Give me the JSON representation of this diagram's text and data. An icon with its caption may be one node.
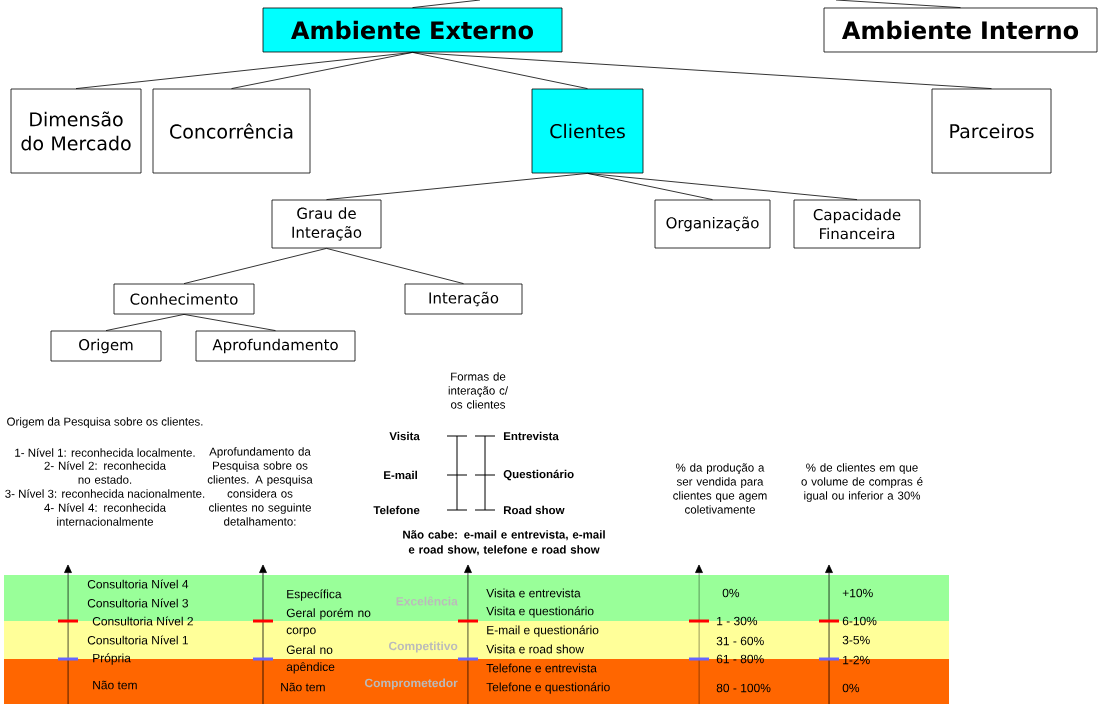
{
  "diagram": {
    "nodes": [
      {
        "text": [
          "Ambiente Externo"
        ]
      },
      {
        "text": [
          "Ambiente Interno"
        ]
      },
      {
        "text": [
          "Dimensão do Mercado"
        ]
      },
      {
        "text": [
          "Concorrência"
        ]
      },
      {
        "text": [
          "Clientes"
        ]
      },
      {
        "text": [
          "Parceiros"
        ]
      },
      {
        "text": [
          "Grau de Interação"
        ]
      },
      {
        "text": [
          "Organização"
        ]
      },
      {
        "text": [
          "Capacidade Financeira"
        ]
      },
      {
        "text": [
          "Conhecimento"
        ]
      },
      {
        "text": [
          "Interação"
        ]
      },
      {
        "text": [
          "Origem"
        ]
      },
      {
        "text": [
          "Aprofundamento"
        ]
      }
    ],
    "edges": [
      {
        "from": null,
        "to": 0,
        "arrow": "none"
      },
      {
        "from": null,
        "to": 1,
        "arrow": "none"
      },
      {
        "from": 0,
        "to": 2,
        "arrow": "none"
      },
      {
        "from": 0,
        "to": 3,
        "arrow": "none"
      },
      {
        "from": 0,
        "to": 4,
        "arrow": "none"
      },
      {
        "from": 0,
        "to": 5,
        "arrow": "none"
      },
      {
        "from": 4,
        "to": 6,
        "arrow": "none"
      },
      {
        "from": 4,
        "to": 7,
        "arrow": "none"
      },
      {
        "from": 4,
        "to": 8,
        "arrow": "none"
      },
      {
        "from": 6,
        "to": 9,
        "arrow": "none"
      },
      {
        "from": 6,
        "to": 10,
        "arrow": "none"
      },
      {
        "from": 9,
        "to": 11,
        "arrow": "none"
      },
      {
        "from": 9,
        "to": 12,
        "arrow": "none"
      }
    ],
    "labels": [
      "Formas de interação c/ os clientes",
      "Origem da Pesquisa sobre os clientes.",
      "Visita",
      "Entrevista",
      "1- Nível 1: reconhecida localmente.",
      "2- Nível 2: reconhecida no estado.",
      "Aprofundamento da Pesquisa sobre os clientes. A pesquisa considera os clientes no seguinte detalhamento:",
      "E-mail",
      "Questionário",
      "% da produção a ser vendida para clientes que agem coletivamente",
      "% de clientes em que o volume de compras é igual ou inferior a 30%",
      "3- Nível 3: reconhecida nacionalmente.",
      "Telefone",
      "Road show",
      "4- Nível 4: reconhecida internacionalmente",
      "Não cabe: e-mail e entrevista, e-mail e road show, telefone e road show",
      "Consultoria Nível 4",
      "Específica",
      "Visita e entrevista",
      "0%",
      "+10%",
      "Consultoria Nível 3",
      "Excelência",
      "Visita e questionário",
      "Consultoria Nível 2",
      "Geral porém no corpo",
      "1 - 30%",
      "6-10%",
      "E-mail e questionário",
      "Consultoria Nível 1",
      "31 - 60%",
      "3-5%",
      "Competitivo",
      "Visita e road show",
      "Geral no apêndice",
      "Própria",
      "61 - 80%",
      "1-2%",
      "Telefone e entrevista",
      "Não tem",
      "Não tem",
      "Comprometedor",
      "Telefone e questionário",
      "80 - 100%",
      "0%"
    ]
  }
}
